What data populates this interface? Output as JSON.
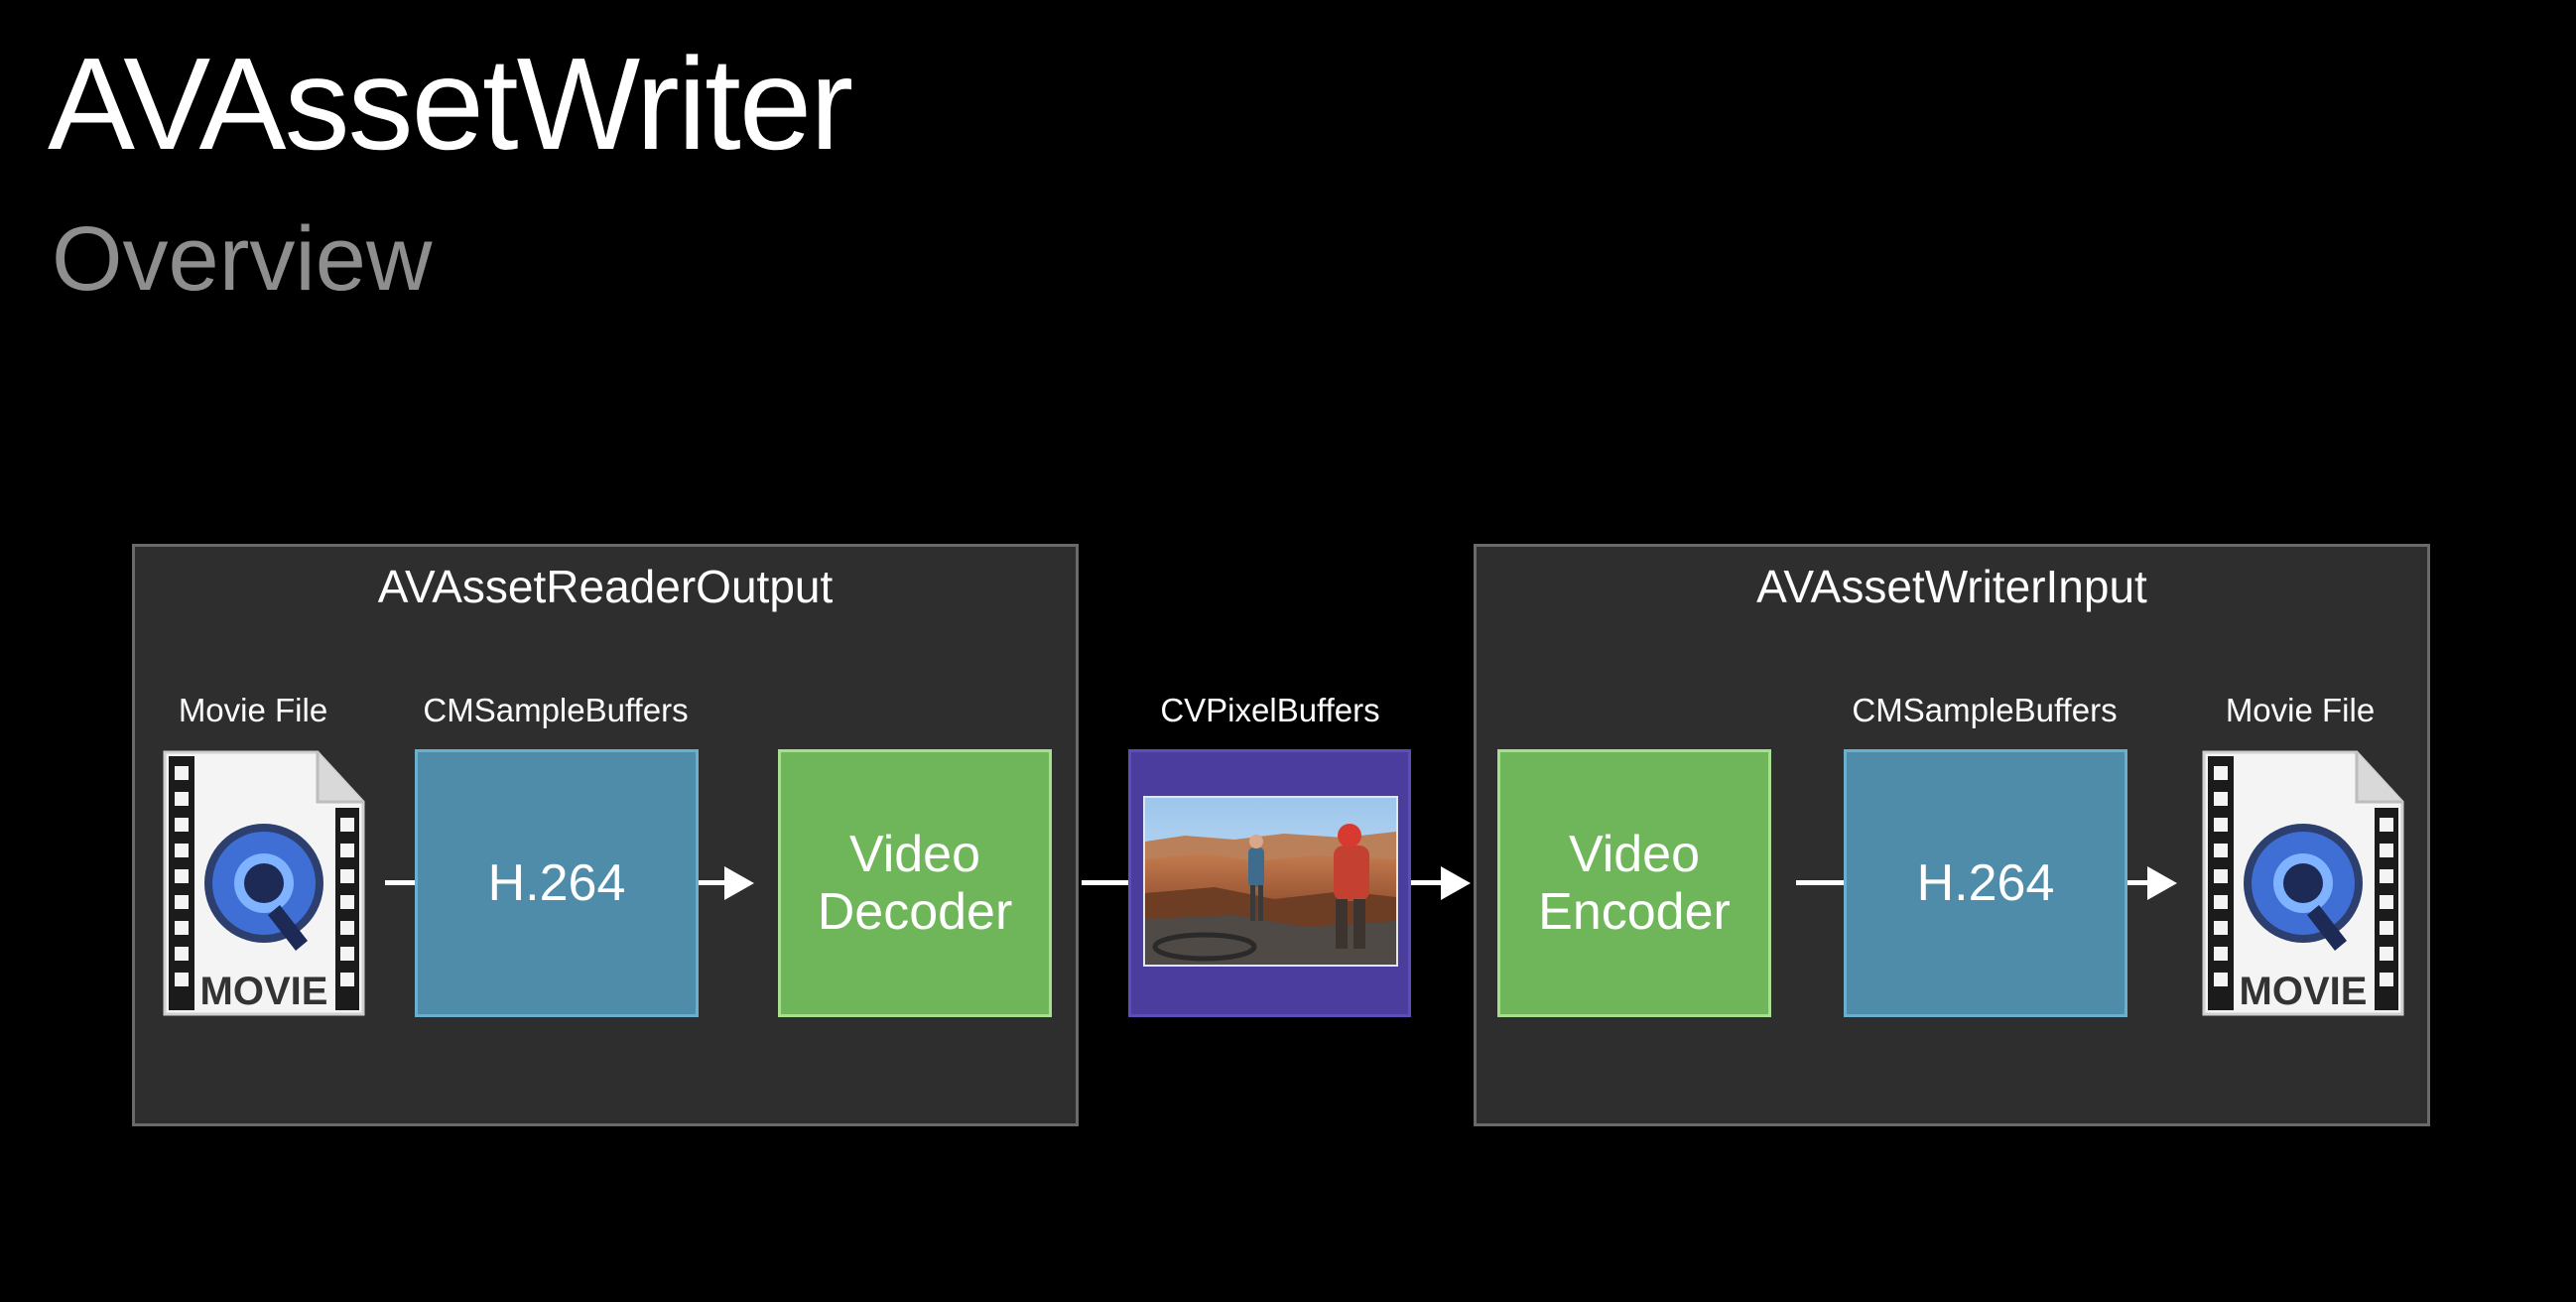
{
  "slide": {
    "title": "AVAssetWriter",
    "subtitle": "Overview"
  },
  "reader_group": {
    "title": "AVAssetReaderOutput",
    "movie_file_caption": "Movie File",
    "buffers_caption": "CMSampleBuffers",
    "codec_label": "H.264",
    "decoder_line1": "Video",
    "decoder_line2": "Decoder",
    "movie_badge": "MOVIE"
  },
  "middle": {
    "caption": "CVPixelBuffers"
  },
  "writer_group": {
    "title": "AVAssetWriterInput",
    "encoder_line1": "Video",
    "encoder_line2": "Encoder",
    "buffers_caption": "CMSampleBuffers",
    "codec_label": "H.264",
    "movie_file_caption": "Movie File",
    "movie_badge": "MOVIE"
  },
  "colors": {
    "background": "#000000",
    "group_fill": "#2e2e2f",
    "codec_blue": "#4f8caa",
    "coder_green": "#6fb65a",
    "pixel_purple": "#4a3d9e",
    "subtitle_gray": "#8e8e8e"
  },
  "icons": {
    "source_file": "quicktime-movie-file-icon",
    "destination_file": "quicktime-movie-file-icon",
    "pixel_buffer_image": "canyon-photo-thumbnail"
  }
}
